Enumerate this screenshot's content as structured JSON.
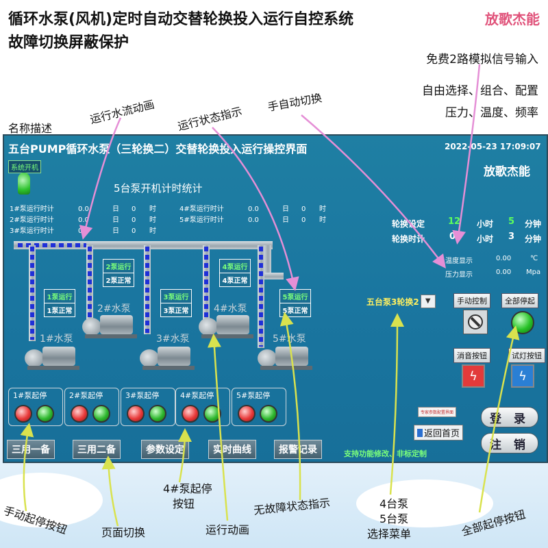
{
  "header": {
    "title_line1": "循环水泵(风机)定时自动交替轮换投入运行自控系统",
    "title_line2": "故障切换屏蔽保护",
    "brand": "放歌杰能"
  },
  "right_notes": {
    "line1": "免费2路模拟信号输入",
    "line2": "自由选择、组合、配置",
    "line3": "压力、温度、频率"
  },
  "annotations": {
    "name_desc": "名称描述",
    "flow_anim": "运行水流动画",
    "run_status": "运行状态指示",
    "manual_auto": "手自动切换",
    "manual_button": "手动起停按钮",
    "page_switch": "页面切换",
    "pump4_button_l1": "4#泵起停",
    "pump4_button_l2": "按钮",
    "run_anim": "运行动画",
    "no_fault": "无故障状态指示",
    "menu_l1": "4台泵",
    "menu_l2": "5台泵",
    "menu_l3": "选择菜单",
    "all_button": "全部起停按钮"
  },
  "panel": {
    "title": "五台PUMP循环水泵（三轮换二）交替轮换投入运行操控界面",
    "datetime": "2022-05-23   17:09:07",
    "brand": "放歌杰能",
    "sys_badge": "系统开机",
    "stat_title": "5台泵开机计时统计",
    "stats": [
      {
        "label": "1#泵运行时计",
        "val": "0.0",
        "u1": "日",
        "n": "0",
        "u2": "时"
      },
      {
        "label": "2#泵运行时计",
        "val": "0.0",
        "u1": "日",
        "n": "0",
        "u2": "时"
      },
      {
        "label": "3#泵运行时计",
        "val": "0.0",
        "u1": "日",
        "n": "0",
        "u2": "时"
      },
      {
        "label": "4#泵运行时计",
        "val": "0.0",
        "u1": "日",
        "n": "0",
        "u2": "时"
      },
      {
        "label": "5#泵运行时计",
        "val": "0.0",
        "u1": "日",
        "n": "0",
        "u2": "时"
      }
    ],
    "pumps": [
      {
        "run": "1泵运行",
        "ok": "1泵正常",
        "name": "1#水泵"
      },
      {
        "run": "2泵运行",
        "ok": "2泵正常",
        "name": "2#水泵"
      },
      {
        "run": "3泵运行",
        "ok": "3泵正常",
        "name": "3#水泵"
      },
      {
        "run": "4泵运行",
        "ok": "4泵正常",
        "name": "4#水泵"
      },
      {
        "run": "5泵运行",
        "ok": "5泵正常",
        "name": "5#水泵"
      }
    ],
    "rotation": {
      "setting_label": "轮换设定",
      "setting_hours": "12",
      "hours_unit": "小时",
      "setting_minutes": "5",
      "minutes_unit": "分钟",
      "timer_label": "轮换时计",
      "timer_hours": "0",
      "timer_minutes": "3"
    },
    "sensors": {
      "temp_label": "温度显示",
      "temp_value": "0.00",
      "temp_unit": "℃",
      "pressure_label": "压力显示",
      "pressure_value": "0.00",
      "pressure_unit": "Mpa"
    },
    "mode_select": "五台泵3轮换2",
    "manual_control": "手动控制",
    "all_start_stop": "全部停起",
    "mute_button": "消音按钮",
    "lamp_button": "试灯按钮",
    "start_stop_groups": [
      "1#泵起停",
      "2#泵起停",
      "3#泵起停",
      "4#泵起停",
      "5#泵起停"
    ],
    "nav": [
      "三用一备",
      "三用二备",
      "参数设定",
      "实时曲线",
      "报警记录"
    ],
    "footer_note": "支持功能修改、非标定制",
    "expert_btn": "专家参数配置界面",
    "home_btn": "返回首页",
    "login": "登 录",
    "logout": "注 销"
  },
  "colors": {
    "panel_bg": "#1a76a0",
    "run_green": "#7bff7b",
    "brand_pink": "#e0527a",
    "arrow_pink": "#e58fd6",
    "arrow_yellow": "#e8ef6a"
  }
}
